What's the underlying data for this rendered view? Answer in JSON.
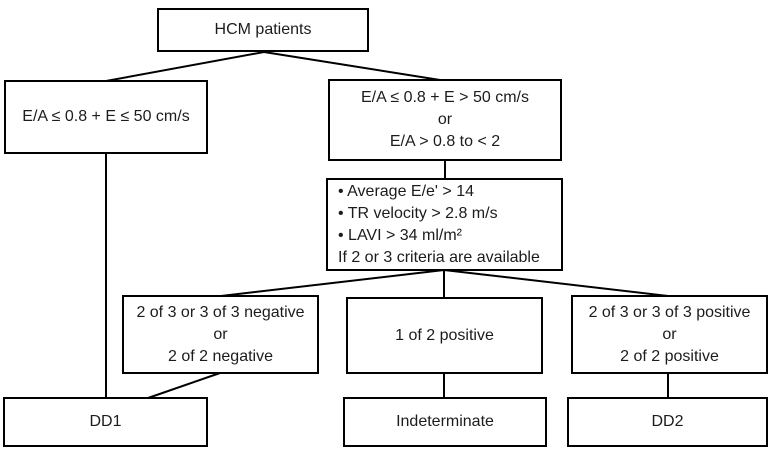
{
  "figure": {
    "type": "flowchart",
    "background_color": "#ffffff",
    "line_color": "#000000",
    "box_fill_color": "#ffffff",
    "nodes": {
      "hcm": {
        "lines": [
          "HCM patients"
        ]
      },
      "ea_low": {
        "lines": [
          "E/A ≤ 0.8 + E ≤ 50 cm/s"
        ]
      },
      "ea_mid": {
        "lines": [
          "E/A ≤ 0.8 + E > 50 cm/s",
          "or",
          "E/A > 0.8 to < 2"
        ]
      },
      "criteria": {
        "lines": [
          "• Average E/e' > 14",
          "• TR velocity > 2.8 m/s",
          "• LAVI > 34 ml/m²",
          "If 2 or 3 criteria are available"
        ]
      },
      "negative": {
        "lines": [
          "2 of 3 or 3 of 3 negative",
          "or",
          "2 of 2 negative"
        ]
      },
      "one_of_two": {
        "lines": [
          "1 of 2 positive"
        ]
      },
      "positive": {
        "lines": [
          "2 of 3 or 3 of 3 positive",
          "or",
          "2 of 2 positive"
        ]
      },
      "dd1": {
        "lines": [
          "DD1"
        ]
      },
      "indeterminate": {
        "lines": [
          "Indeterminate"
        ]
      },
      "dd2": {
        "lines": [
          "DD2"
        ]
      }
    },
    "edges": [
      {
        "from": "hcm",
        "to": "ea_low"
      },
      {
        "from": "hcm",
        "to": "ea_mid"
      },
      {
        "from": "ea_low",
        "to": "dd1"
      },
      {
        "from": "ea_mid",
        "to": "criteria"
      },
      {
        "from": "criteria",
        "to": "negative"
      },
      {
        "from": "criteria",
        "to": "one_of_two"
      },
      {
        "from": "criteria",
        "to": "positive"
      },
      {
        "from": "negative",
        "to": "dd1"
      },
      {
        "from": "one_of_two",
        "to": "indeterminate"
      },
      {
        "from": "positive",
        "to": "dd2"
      }
    ]
  }
}
